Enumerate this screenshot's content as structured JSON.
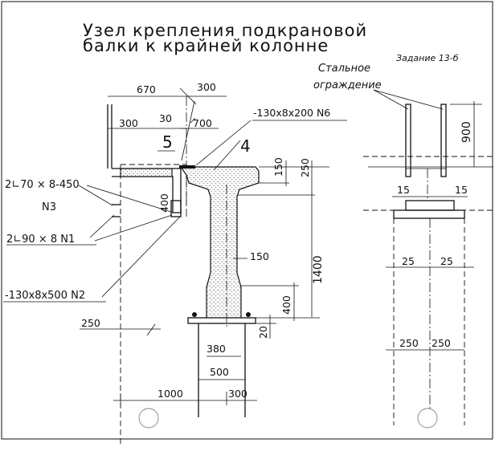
{
  "title": {
    "line1": "Узел крепления подкрановой",
    "line2": "балки к крайней колонне"
  },
  "task_label": "Задание 13-б",
  "fence_label": {
    "line1": "Стальное",
    "line2": "ограждение"
  },
  "left_view": {
    "dims": {
      "d670": "670",
      "d300_top": "300",
      "d30": "30",
      "d300_mid": "300",
      "d700": "700",
      "d150_a": "150",
      "d250_a": "250",
      "d400_a": "400",
      "d150_b": "150",
      "d1400": "1400",
      "d400_b": "400",
      "d250_b": "250",
      "d20": "20",
      "d380": "380",
      "d500": "500",
      "d1000": "1000",
      "d300_bot": "300"
    },
    "labels": {
      "n6": "-130x8x200 N6",
      "n5": "5",
      "n4": "4",
      "n3_a": "2∟70 × 8-450",
      "n3_b": "N3",
      "n1": "2∟90 × 8  N1",
      "n2": "-130x8x500 N2"
    }
  },
  "right_view": {
    "dims": {
      "d900": "900",
      "d15_l": "15",
      "d15_r": "15",
      "d25_l": "25",
      "d25_r": "25",
      "d250_l": "250",
      "d250_r": "250"
    }
  }
}
